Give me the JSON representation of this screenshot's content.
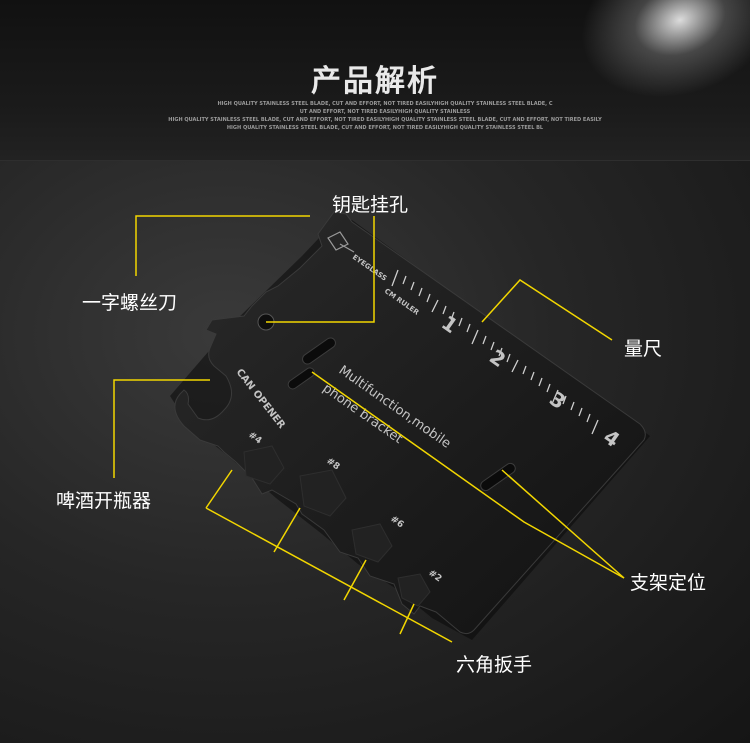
{
  "header": {
    "title": "产品解析",
    "sub_lines": [
      "HIGH QUALITY STAINLESS STEEL BLADE, CUT AND EFFORT, NOT TIRED EASILYHIGH QUALITY STAINLESS STEEL BLADE, C",
      "UT AND EFFORT, NOT TIRED EASILYHIGH QUALITY STAINLESS",
      "HIGH QUALITY STAINLESS STEEL BLADE, CUT AND EFFORT, NOT TIRED EASILYHIGH QUALITY STAINLESS STEEL BLADE, CUT AND EFFORT, NOT TIRED EASILY",
      "HIGH QUALITY STAINLESS STEEL BLADE, CUT AND EFFORT, NOT TIRED EASILYHIGH QUALITY STAINLESS STEEL BL"
    ]
  },
  "card": {
    "eyeglass": "EYEGLASS",
    "cm_ruler": "CM RULER",
    "can_opener": "CAN OPENER",
    "text_line1": "Multifunction,mobile",
    "text_line2": "phone bracket",
    "ruler_numbers": [
      "1",
      "2",
      "3",
      "4"
    ],
    "hex_sizes": [
      "#4",
      "#8",
      "#6",
      "#2"
    ]
  },
  "callouts": {
    "key_hole": "钥匙挂孔",
    "screwdriver": "一字螺丝刀",
    "ruler": "量尺",
    "bottle_opener": "啤酒开瓶器",
    "stand_slot": "支架定位",
    "hex_wrench": "六角扳手"
  },
  "colors": {
    "callout_line": "#f2d600",
    "card": "#1c1c1c",
    "engraving": "#bdbdbd"
  }
}
